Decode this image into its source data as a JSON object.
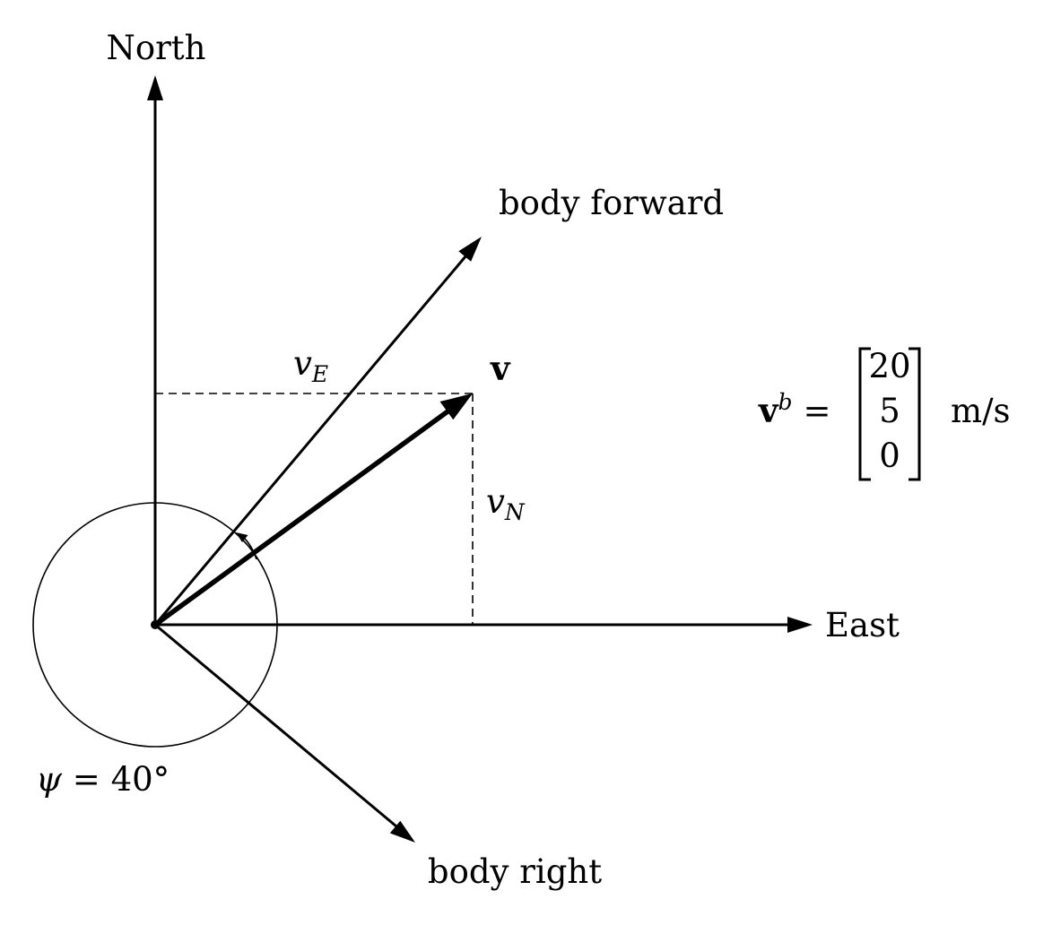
{
  "axes": {
    "north_label": "North",
    "east_label": "East"
  },
  "body_axes": {
    "forward_label": "body forward",
    "right_label": "body right"
  },
  "velocity": {
    "label": "v",
    "v_east_symbol": "v",
    "v_east_subscript": "E",
    "v_north_symbol": "v",
    "v_north_subscript": "N"
  },
  "heading": {
    "symbol": "ψ",
    "equals": "=",
    "value": "40°"
  },
  "body_velocity": {
    "symbol": "v",
    "superscript": "b",
    "equals": "=",
    "components": [
      "20",
      "5",
      "0"
    ],
    "unit": "m/s"
  },
  "colors": {
    "ink": "#000000",
    "background": "#ffffff"
  }
}
